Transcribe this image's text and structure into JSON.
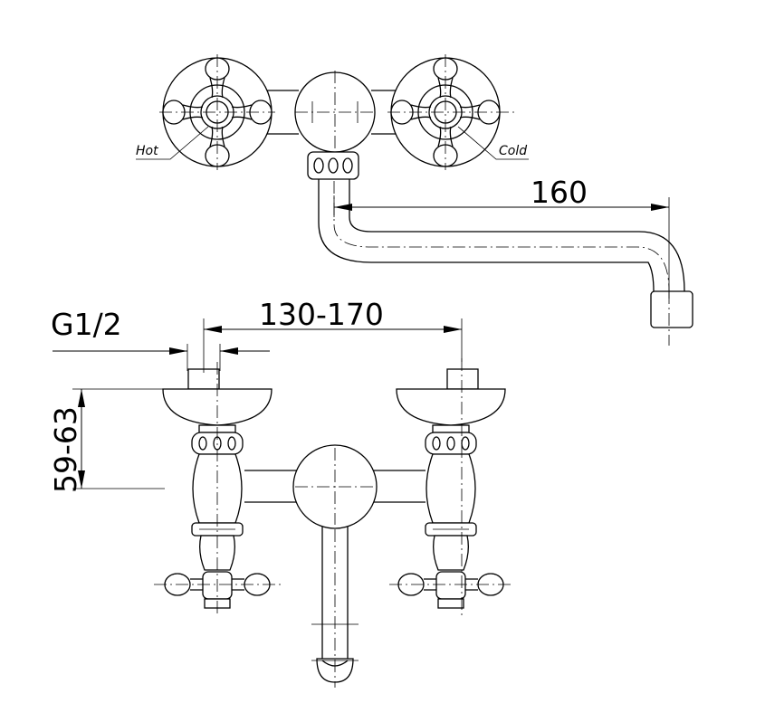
{
  "labels": {
    "hot": "Hot",
    "cold": "Cold",
    "spout_reach": "160",
    "center_distance": "130-170",
    "thread": "G1/2",
    "wall_distance": "59-63"
  }
}
